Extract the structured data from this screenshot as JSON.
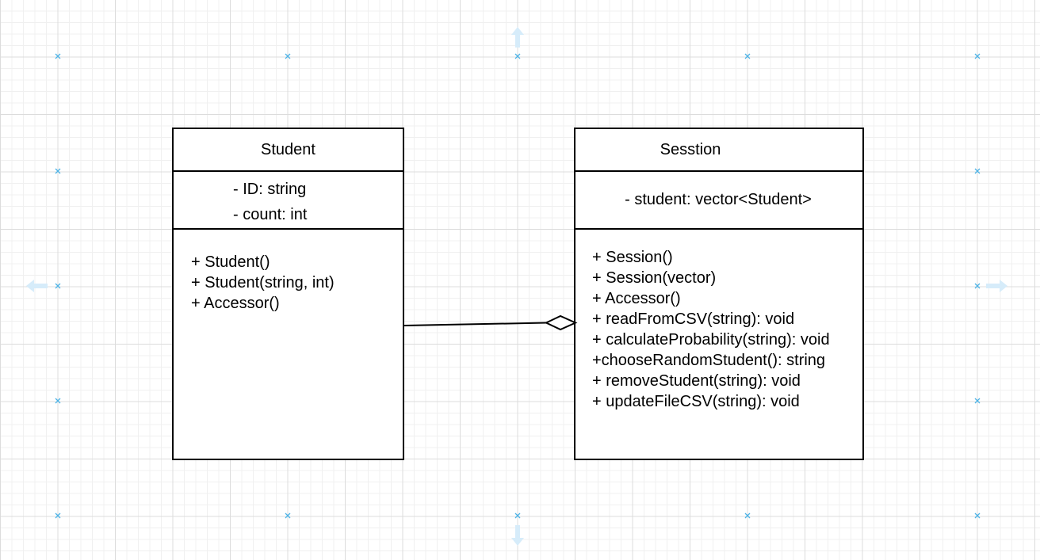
{
  "colors": {
    "grid_major": "#dcdcdc",
    "grid_minor": "#f0f0f0",
    "guide": "#4db3e6",
    "guide_arrow": "#d6ecfa",
    "stroke": "#000000"
  },
  "diagram": {
    "classes": [
      {
        "name": "Student",
        "attributes": [
          "- ID: string",
          "- count: int"
        ],
        "operations": [
          "+ Student()",
          "+ Student(string, int)",
          "+ Accessor()"
        ]
      },
      {
        "name": "Sesstion",
        "attributes": [
          "- student: vector<Student>"
        ],
        "operations": [
          "+ Session()",
          "+ Session(vector)",
          "+ Accessor()",
          "+ readFromCSV(string): void",
          "+ calculateProbability(string): void",
          "+chooseRandomStudent(): string",
          "+ removeStudent(string): void",
          "+ updateFileCSV(string): void"
        ]
      }
    ],
    "relationships": [
      {
        "type": "aggregation",
        "from": "Student",
        "to": "Sesstion",
        "diamond_at": "Sesstion"
      }
    ]
  }
}
